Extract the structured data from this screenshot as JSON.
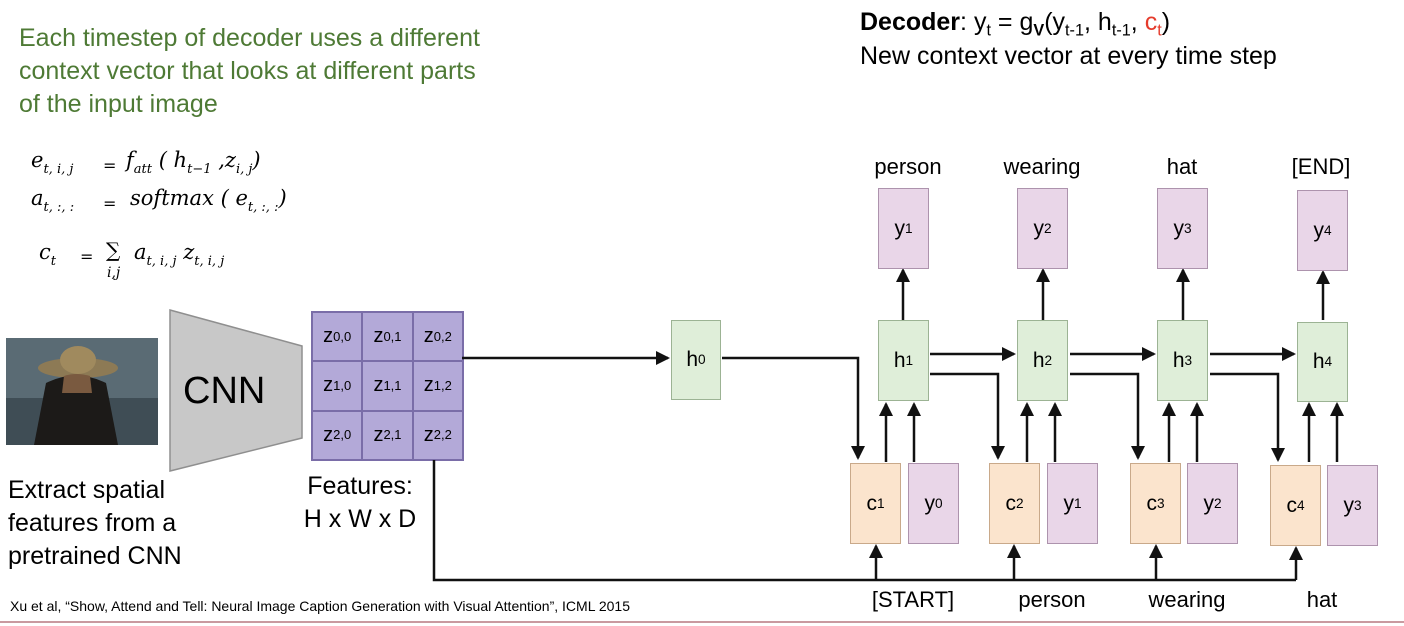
{
  "intro": {
    "text": "Each timestep of decoder uses a different context vector that looks at different parts of the input image"
  },
  "decoder": {
    "title_bold": "Decoder",
    "title_rest_a": ": y",
    "t_sub": "t",
    "eq_sign": " = g",
    "v_sub": "V",
    "open": "(y",
    "tm1_sub": "t-1",
    "comma_h": ", h",
    "tm1_sub2": "t-1",
    "comma": ", ",
    "c": "c",
    "ct_sub": "t",
    "close": ")",
    "subtitle": "New context vector at every time step"
  },
  "equations": {
    "e_lhs": "e",
    "e_lhs_sub": "t, i, j",
    "eq": "=",
    "e_rhs_f": "f",
    "e_rhs_f_sub": "att",
    "e_rhs_open": " ( h",
    "e_rhs_h_sub": "t−1",
    "e_rhs_z": " ,z",
    "e_rhs_z_sub": "i, j",
    "e_rhs_close": ")",
    "a_lhs": "a",
    "a_lhs_sub": "t, :, :",
    "a_rhs_fn": "softmax",
    "a_rhs_open": " ( e",
    "a_rhs_sub": "t, :, :",
    "a_rhs_close": ")",
    "c_lhs": "c",
    "c_lhs_sub": "t",
    "sum_sign": "∑",
    "sum_sub": "i,j",
    "c_rhs_a": "a",
    "c_rhs_a_sub": "t, i, j",
    "c_rhs_z": " z",
    "c_rhs_z_sub": "t, i, j"
  },
  "encoder": {
    "cnn_label": "CNN",
    "features_label_1": "Features:",
    "features_label_2": "H x W x D",
    "extract_label_1": "Extract spatial",
    "extract_label_2": "features from a",
    "extract_label_3": "pretrained CNN",
    "grid": [
      [
        "0,0",
        "0,1",
        "0,2"
      ],
      [
        "1,0",
        "1,1",
        "1,2"
      ],
      [
        "2,0",
        "2,1",
        "2,2"
      ]
    ],
    "grid_letter": "z"
  },
  "h_states": [
    {
      "letter": "h",
      "sub": "0"
    },
    {
      "letter": "h",
      "sub": "1"
    },
    {
      "letter": "h",
      "sub": "2"
    },
    {
      "letter": "h",
      "sub": "3"
    },
    {
      "letter": "h",
      "sub": "4"
    }
  ],
  "outputs": [
    {
      "word": "person",
      "letter": "y",
      "sub": "1"
    },
    {
      "word": "wearing",
      "letter": "y",
      "sub": "2"
    },
    {
      "word": "hat",
      "letter": "y",
      "sub": "3"
    },
    {
      "word": "[END]",
      "letter": "y",
      "sub": "4"
    }
  ],
  "inputs": [
    {
      "c_letter": "c",
      "c_sub": "1",
      "y_letter": "y",
      "y_sub": "0",
      "word": "[START]"
    },
    {
      "c_letter": "c",
      "c_sub": "2",
      "y_letter": "y",
      "y_sub": "1",
      "word": "person"
    },
    {
      "c_letter": "c",
      "c_sub": "3",
      "y_letter": "y",
      "y_sub": "2",
      "word": "wearing"
    },
    {
      "c_letter": "c",
      "c_sub": "4",
      "y_letter": "y",
      "y_sub": "3",
      "word": "hat"
    }
  ],
  "citation": "Xu et al, “Show, Attend and Tell: Neural Image Caption Generation with Visual Attention”, ICML 2015",
  "colors": {
    "intro_text": "#4e7a35",
    "context_red": "#e53b2c",
    "h_box": "#dfeed9",
    "y_box": "#e9d6e8",
    "c_box": "#fbe4cd",
    "feature_grid": "#b3a9d8",
    "cnn_trapezoid": "#c8c8c8"
  }
}
